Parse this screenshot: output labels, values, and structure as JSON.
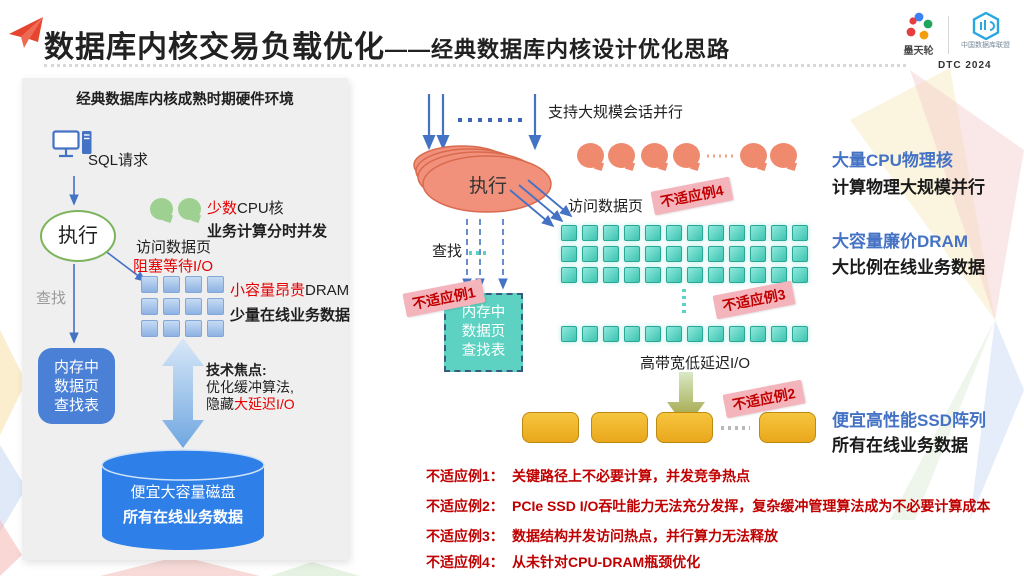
{
  "header": {
    "title_main": "数据库内核交易负载优化",
    "title_sub": "——经典数据库内核设计优化思路",
    "logos": {
      "modb": "墨天轮",
      "alliance": "中国数据库联盟",
      "event": "DTC 2024"
    }
  },
  "left_panel": {
    "title": "经典数据库内核成熟时期硬件环境",
    "sql_request": "SQL请求",
    "execute": "执行",
    "lookup": "查找",
    "cpu_red": "少数",
    "cpu_black": "CPU核",
    "cpu_sub": "业务计算分时并发",
    "access_page": "访问数据页",
    "block_io": "阻塞等待I/O",
    "dram_red": "小容量昂贵",
    "dram_black": "DRAM",
    "dram_sub": "少量在线业务数据",
    "mem_table": [
      "内存中",
      "数据页",
      "查找表"
    ],
    "tech_focus": {
      "title": "技术焦点:",
      "line1": "优化缓冲算法,",
      "line2_black": "隐藏",
      "line2_red": "大延迟I/O"
    },
    "disk": {
      "title": "便宜大容量磁盘",
      "sub": "所有在线业务数据"
    }
  },
  "right_panel": {
    "sessions_label": "支持大规模会话并行",
    "execute": "执行",
    "access_page": "访问数据页",
    "lookup": "查找",
    "mem_table": [
      "内存中",
      "数据页",
      "查找表"
    ],
    "io_label": "高带宽低延迟I/O",
    "cpu": {
      "title": "大量CPU物理核",
      "sub": "计算物理大规模并行"
    },
    "dram": {
      "title": "大容量廉价DRAM",
      "sub": "大比例在线业务数据"
    },
    "ssd": {
      "title": "便宜高性能SSD阵列",
      "sub": "所有在线业务数据"
    },
    "badges": {
      "case1": "不适应例1",
      "case2": "不适应例2",
      "case3": "不适应例3",
      "case4": "不适应例4"
    },
    "notes": [
      {
        "label": "不适应例1：",
        "text": "关键路径上不必要计算，并发竞争热点"
      },
      {
        "label": "不适应例2：",
        "text": "PCIe SSD I/O吞吐能力无法充分发挥，复杂缓冲管理算法成为不必要计算成本"
      },
      {
        "label": "不适应例3：",
        "text": "数据结构并发访问热点，并行算力无法释放"
      },
      {
        "label": "不适应例4：",
        "text": "从未针对CPU-DRAM瓶颈优化"
      }
    ]
  },
  "icons": {
    "paper_plane": "paper-plane",
    "computer": "desktop-computer",
    "chat_bubble": "chat-bubble",
    "modb_logo": "modb-pinwheel",
    "alliance_logo": "hexagon-db",
    "disk": "cylinder-disk",
    "double_arrow": "double-headed-arrow",
    "down_arrow": "down-arrow"
  },
  "colors": {
    "accent_blue": "#4472C4",
    "teal": "#45C9B8",
    "orange": "#F0876C",
    "yellow": "#EFB429",
    "note_red": "#C00000",
    "badge_bg": "#F4B4BC",
    "panel_bg": "#EFEFEF",
    "green_oval": "#7CB45C",
    "disk_blue": "#2E7FE8"
  }
}
